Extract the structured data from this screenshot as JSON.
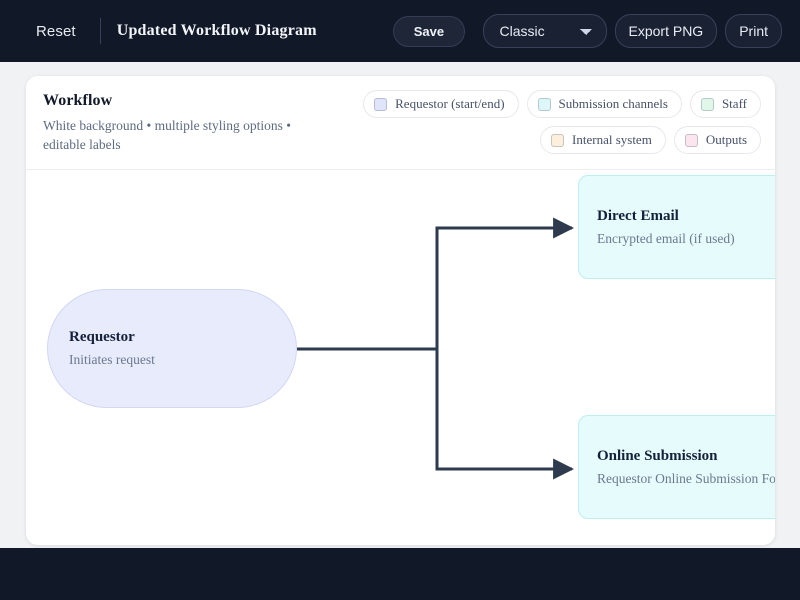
{
  "toolbar": {
    "reset_label": "Reset",
    "title": "Updated Workflow Diagram",
    "save_label": "Save",
    "style_select_value": "Classic",
    "style_options": [
      "Classic"
    ],
    "export_label": "Export PNG",
    "print_label": "Print"
  },
  "card": {
    "title": "Workflow",
    "subtitle": "White background • multiple styling options • editable labels",
    "legend": [
      {
        "label": "Requestor (start/end)",
        "color": "#e0e5fb"
      },
      {
        "label": "Submission channels",
        "color": "#ddf7f8"
      },
      {
        "label": "Staff",
        "color": "#e0f7e9"
      },
      {
        "label": "Internal system",
        "color": "#fcefdc"
      },
      {
        "label": "Outputs",
        "color": "#fbe5ef"
      }
    ]
  },
  "diagram": {
    "nodes": [
      {
        "id": "requestor",
        "title": "Requestor",
        "subtitle": "Initiates request",
        "shape": "pill",
        "fill": "#e8ebfb",
        "stroke": "#d2d8f3"
      },
      {
        "id": "direct-email",
        "title": "Direct Email",
        "subtitle": "Encrypted email (if used)",
        "shape": "rounded-rect",
        "fill": "#e6fbfb",
        "stroke": "#bdeef1"
      },
      {
        "id": "online-submission",
        "title": "Online Submission",
        "subtitle": "Requestor Online Submission Form",
        "shape": "rounded-rect",
        "fill": "#e6fbfb",
        "stroke": "#bdeef1"
      }
    ],
    "edges": [
      {
        "from": "requestor",
        "to": "direct-email",
        "style": "orthogonal-arrow"
      },
      {
        "from": "requestor",
        "to": "online-submission",
        "style": "orthogonal-arrow"
      }
    ],
    "edge_color": "#2e3b4e"
  }
}
